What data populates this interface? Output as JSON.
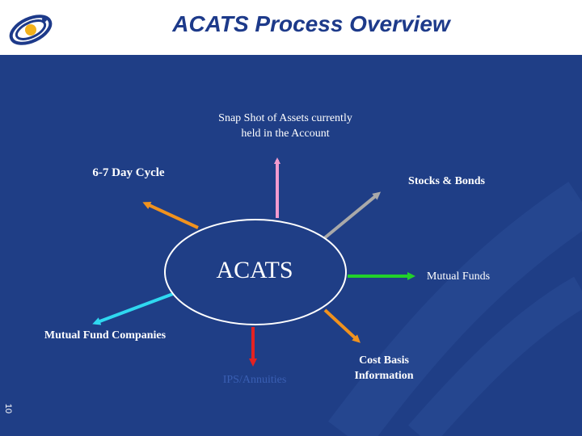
{
  "title": "ACATS Process Overview",
  "center": "ACATS",
  "nodes": {
    "snapshot": "Snap Shot of Assets currently held in the Account",
    "cycle": "6-7 Day Cycle",
    "stocks_bonds": "Stocks & Bonds",
    "mutual_funds": "Mutual Funds",
    "cost_basis": "Cost Basis Information",
    "annuities": "IPS/Annuities",
    "mutual_fund_companies": "Mutual Fund Companies"
  },
  "page_number": "10",
  "colors": {
    "background": "#1f3e86",
    "title": "#1d3a8a",
    "arrow_snapshot": "#f39bcf",
    "arrow_cycle": "#f0921e",
    "arrow_stocks": "#a9a9a9",
    "arrow_mutual_funds": "#22d12a",
    "arrow_cost_basis": "#f0921e",
    "arrow_annuities": "#e32222",
    "arrow_companies": "#2fd8f0"
  }
}
